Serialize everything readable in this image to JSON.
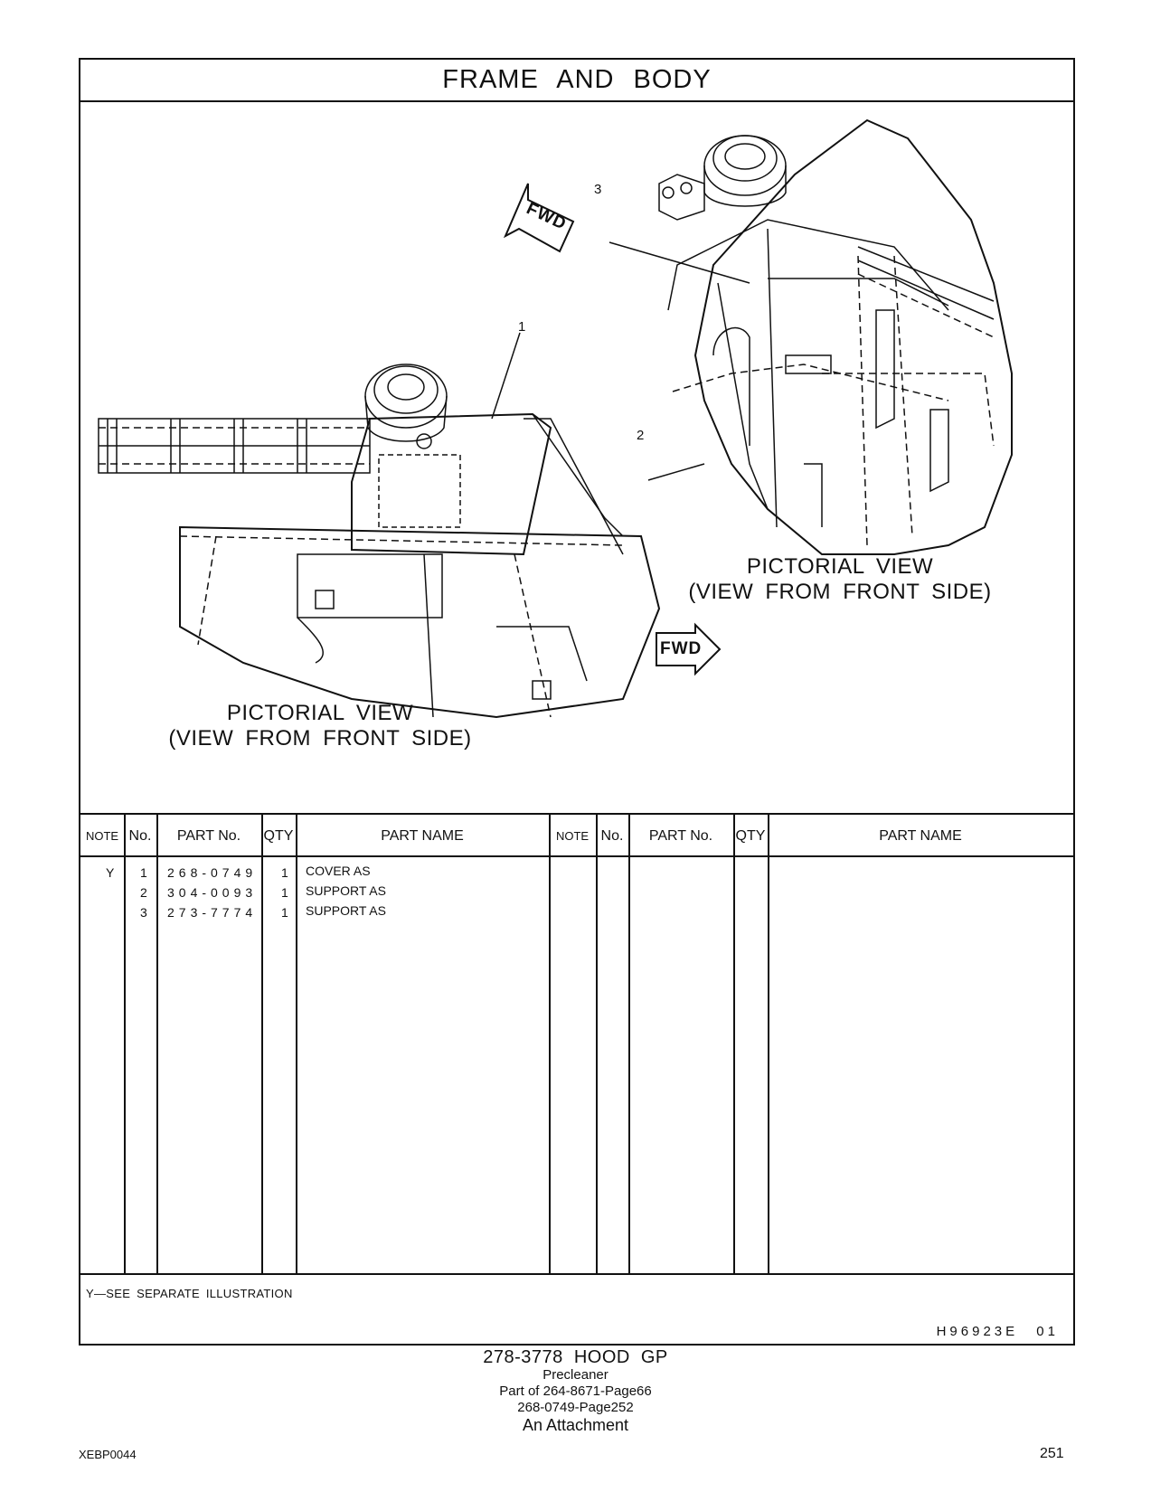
{
  "page": {
    "title": "FRAME AND BODY"
  },
  "illustration": {
    "left_view_label_line1": "PICTORIAL VIEW",
    "left_view_label_line2": "(VIEW FROM FRONT SIDE)",
    "right_view_label_line1": "PICTORIAL VIEW",
    "right_view_label_line2": "(VIEW FROM FRONT SIDE)",
    "fwd_label": "FWD",
    "callouts": [
      "1",
      "2",
      "3"
    ]
  },
  "table": {
    "headers_left": {
      "note": "NOTE",
      "no": "No.",
      "part_no": "PART No.",
      "qty": "QTY",
      "part_name": "PART NAME"
    },
    "headers_right": {
      "note": "NOTE",
      "no": "No.",
      "part_no": "PART No.",
      "qty": "QTY",
      "part_name": "PART NAME"
    },
    "rows": [
      {
        "note": "Y",
        "no": "1",
        "part_no": "268-0749",
        "qty": "1",
        "part_name": "COVER AS"
      },
      {
        "note": "",
        "no": "2",
        "part_no": "304-0093",
        "qty": "1",
        "part_name": "SUPPORT AS"
      },
      {
        "note": "",
        "no": "3",
        "part_no": "273-7774",
        "qty": "1",
        "part_name": "SUPPORT AS"
      }
    ]
  },
  "footer": {
    "note": "Y—SEE SEPARATE ILLUSTRATION",
    "illustration_code": "H96923E 01"
  },
  "caption": {
    "line1": "278-3778 HOOD GP",
    "line2": "Precleaner",
    "line3": "Part of 264-8671-Page66",
    "line4": "268-0749-Page252",
    "line5": "An Attachment"
  },
  "doc_code": "XEBP0044",
  "page_number": "251"
}
